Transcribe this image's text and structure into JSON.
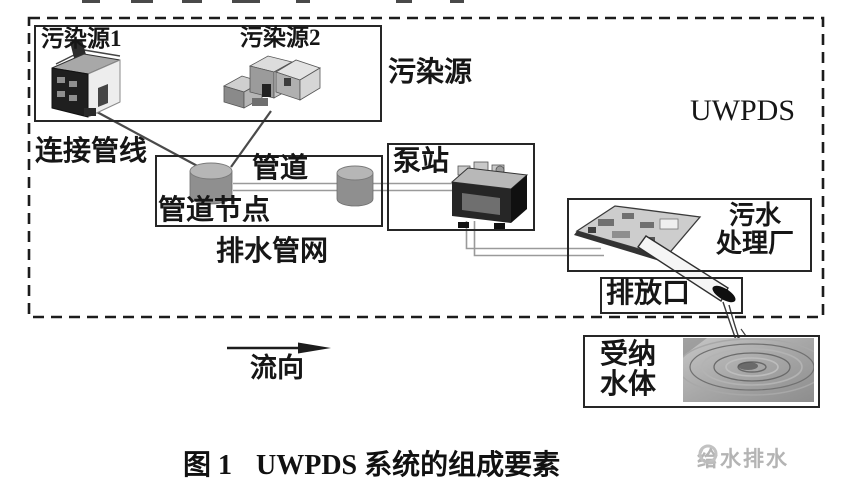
{
  "figure": {
    "system_label": "UWPDS",
    "caption_prefix": "图 1",
    "caption_text": "UWPDS 系统的组成要素",
    "watermark_text": "给水排水"
  },
  "labels": {
    "pollution_source_1": "污染源1",
    "pollution_source_2": "污染源2",
    "pollution_sources": "污染源",
    "connecting_pipeline": "连接管线",
    "pipe": "管道",
    "pipe_node": "管道节点",
    "drainage_network": "排水管网",
    "pump_station": "泵站",
    "treatment_plant_line1": "污水",
    "treatment_plant_line2": "处理厂",
    "outfall": "排放口",
    "receiving_water_line1": "受纳",
    "receiving_water_line2": "水体",
    "flow_direction": "流向"
  },
  "colors": {
    "border": "#262626",
    "dashed_border": "#1c1c1c",
    "text": "#161616",
    "connector_line": "#4a4a4a",
    "pipe_line": "#9a9a9a",
    "watermark": "#b4b4b4"
  }
}
